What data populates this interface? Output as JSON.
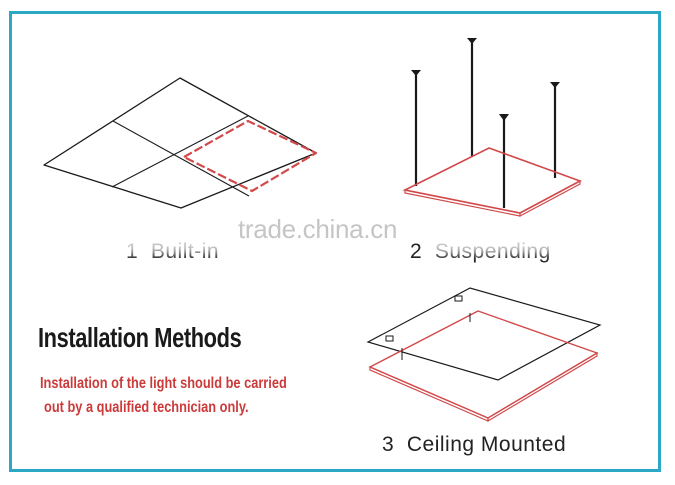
{
  "diagrams": [
    {
      "number": "1",
      "caption": "Built-in"
    },
    {
      "number": "2",
      "caption": "Suspending"
    },
    {
      "number": "3",
      "caption": "Ceiling Mounted"
    }
  ],
  "section": {
    "heading": "Installation Methods",
    "note_line1": "Installation of the light should be carried",
    "note_line2": "out by a qualified technician only."
  },
  "watermark": "trade.china.cn",
  "colors": {
    "frame": "#2aa8c4",
    "panel_outline": "#d2494a",
    "line": "#1a1a1a",
    "note": "#cc3a3a"
  }
}
